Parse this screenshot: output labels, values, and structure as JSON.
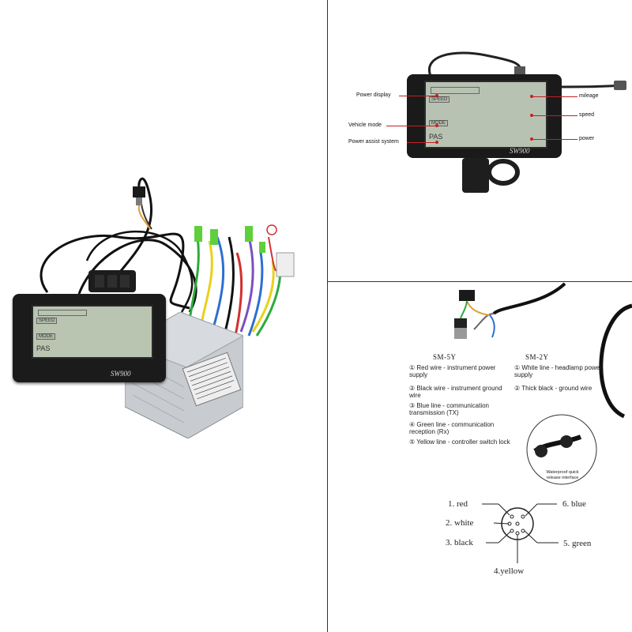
{
  "product": {
    "lcd_speed": "SPEED",
    "lcd_mode": "MODE",
    "lcd_pas": "PAS",
    "model": "SW900"
  },
  "annotated_display": {
    "callouts": {
      "power_display": "Power display",
      "vehicle_mode": "Vehicle mode",
      "power_assist_system": "Power assist system",
      "mileage": "mileage",
      "speed": "speed",
      "power": "power"
    },
    "lcd_speed": "SPEED",
    "lcd_mode": "MODE",
    "lcd_pas": "PAS",
    "model": "SW900"
  },
  "wiring": {
    "sm5y": {
      "title": "SM-5Y",
      "items": [
        "① Red wire - instrument power supply",
        "② Black wire - instrument ground wire",
        "③ Blue line - communication transmission (TX)",
        "④ Green line - communication reception (Rx)",
        "⑤ Yellow line - controller switch lock"
      ]
    },
    "sm2y": {
      "title": "SM-2Y",
      "items": [
        "① White line - headlamp power supply",
        "② Thick black - ground wire"
      ]
    },
    "interface_caption": "Waterproof quick release interface",
    "pins": {
      "p1": "1.  red",
      "p2": "2. white",
      "p3": "3. black",
      "p4": "4.yellow",
      "p5": "5. green",
      "p6": "6. blue"
    }
  },
  "colors": {
    "callout_line": "#c42020",
    "display_body": "#1a1a1a",
    "lcd": "#b8c2b3",
    "controller": "#c8ccd0"
  }
}
